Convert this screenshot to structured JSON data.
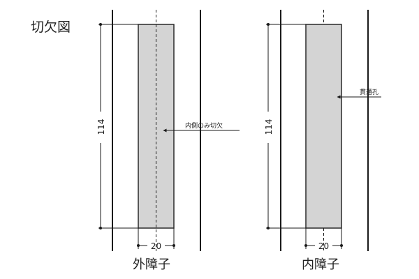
{
  "title": "切欠図",
  "colors": {
    "line": "#1a1a1a",
    "panel_fill": "#d4d4d4",
    "panel_stroke": "#2a2a2a",
    "text": "#222222"
  },
  "left": {
    "caption": "外障子",
    "height_label": "114",
    "width_label": "20",
    "annotation": "内側のみ切欠"
  },
  "right": {
    "caption": "内障子",
    "height_label": "114",
    "width_label": "20",
    "annotation": "貫通孔"
  }
}
